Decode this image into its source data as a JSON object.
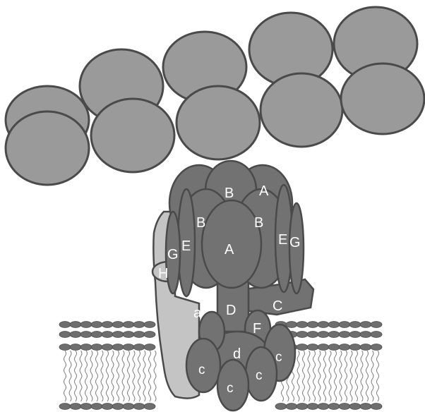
{
  "colors": {
    "filament_fill": "#9a9a9a",
    "stroke": "#4a4a4a",
    "subunit_fill": "#727272",
    "stator_fill": "#c4c4c4",
    "lipid_head": "#6e6e6e",
    "lipid_tail": "#7a7a7a",
    "label_text": "#ffffff"
  },
  "labels": {
    "b_top": "B",
    "a_top": "A",
    "b_left": "B",
    "b_right": "B",
    "a_center": "A",
    "e_left": "E",
    "g_left": "G",
    "e_right": "E",
    "g_right": "G",
    "h": "H",
    "a_small": "a",
    "d": "D",
    "c_upper": "C",
    "f": "F",
    "d_small": "d",
    "c_ring_1": "c",
    "c_ring_2": "c",
    "c_ring_3": "c",
    "c_ring_4": "c"
  }
}
